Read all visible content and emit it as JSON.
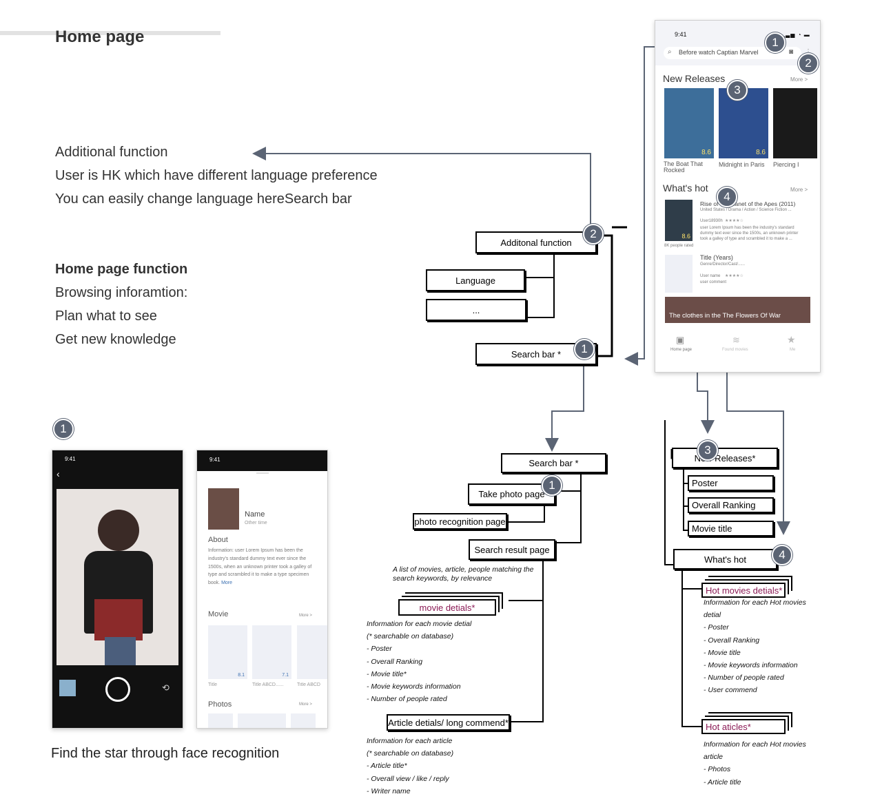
{
  "page": {
    "title": "Home page",
    "additional": [
      "Additional function",
      "User is HK which have different language preference",
      "You can easily change language hereSearch bar"
    ],
    "home_function": {
      "heading": "Home page function",
      "lines": [
        "Browsing inforamtion:",
        "Plan what to see",
        "Get new knowledge"
      ]
    },
    "face_caption": "Find the star through face recognition"
  },
  "badges": {
    "b1": "1",
    "b2": "2",
    "b3": "3",
    "b4": "4"
  },
  "flow": {
    "additional_function": "Additonal function",
    "language": "Language",
    "more": "...",
    "search_bar": "Search bar *",
    "search_bar2": "Search bar *",
    "take_photo": "Take photo page",
    "photo_recognition": "photo recognition page",
    "search_result": "Search result page",
    "search_result_note": [
      "A list of movies, article, people matching the",
      "search keywords, by relevance"
    ],
    "movie_details": "movie detials*",
    "movie_details_note": [
      "Information for each movie detial",
      "(* searchable on database)",
      "- Poster",
      "- Overall Ranking",
      "- Movie title*",
      "- Movie keywords information",
      "- Number of people rated"
    ],
    "article_details": "Article detials/ long commend*",
    "article_note": [
      "Information for each article",
      "(* searchable on database)",
      "- Article title*",
      "- Overall view / like / reply",
      "- Writer name"
    ],
    "new_releases": "New Releases*",
    "poster": "Poster",
    "overall_ranking": "Overall Ranking",
    "movie_title": "Movie title",
    "whats_hot": "What's hot",
    "hot_movies": "Hot movies detials*",
    "hot_movies_note": [
      "Information for each Hot movies",
      "detial",
      "- Poster",
      "- Overall Ranking",
      "- Movie title",
      "- Movie keywords information",
      "- Number of people rated",
      "- User commend"
    ],
    "hot_articles": "Hot aticles*",
    "hot_articles_note": [
      "Information for each Hot movies",
      "article",
      "- Photos",
      "- Article title"
    ]
  },
  "phone_main": {
    "time": "9:41",
    "search_placeholder": "Before watch Captian Marvel",
    "new_releases": "New Releases",
    "more": "More >",
    "movies": [
      {
        "title": "The Boat That Rocked",
        "rating": "8.6",
        "color": "#3d6e9a"
      },
      {
        "title": "Midnight in Paris",
        "rating": "8.6",
        "color": "#2d4f8f"
      },
      {
        "title": "Piercing I",
        "rating": "",
        "color": "#1a1a1a"
      }
    ],
    "whats_hot": "What's hot",
    "hot_items": [
      {
        "title": "Rise of the Planet of the Apes (2011)",
        "sub": "United States / Drama / Action / Science Fiction ...",
        "user": "User18930h",
        "text": "user Lorem Ipsum has been the industry's standard dummy text ever since the 1500s, an unknown printer took a galley of type and scrambled it to make a ...",
        "rating": "8.6",
        "rated": "8K people rated"
      },
      {
        "title": "Title (Years)",
        "sub": "Genre/Director/Cast/......",
        "user": "User name",
        "text": "user comment"
      }
    ],
    "banner": "The clothes in the The Flowers Of War",
    "tabs": [
      "Home page",
      "Found movies",
      "Me"
    ]
  },
  "phone_camera": {
    "time": "9:41"
  },
  "phone_profile": {
    "time": "9:41",
    "name": "Name",
    "other": "Other time",
    "about": "About",
    "about_text": "Information: user  Lorem Ipsum has been the industry's standard dummy text ever since the 1500s, when an unknown printer took a galley of type and scrambled it to make a type specimen book.",
    "more_link": "More",
    "movie": "Movie",
    "more": "More >",
    "movies": [
      {
        "title": "Title",
        "rating": "8.1"
      },
      {
        "title": "Title ABCD......",
        "rating": "7.1"
      },
      {
        "title": "Title ABCD",
        "rating": ""
      }
    ],
    "photos": "Photos"
  }
}
